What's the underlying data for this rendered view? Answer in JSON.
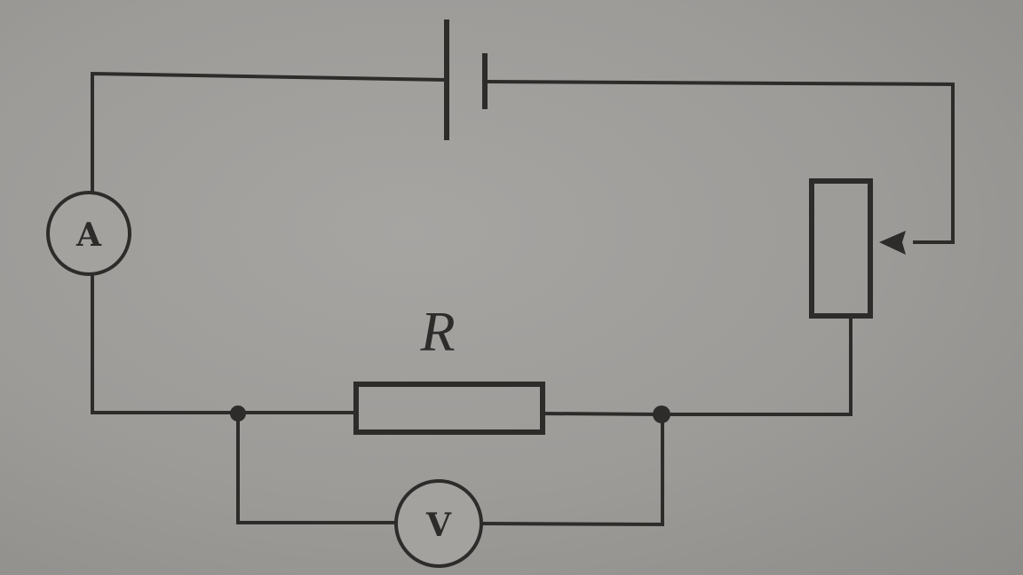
{
  "diagram": {
    "type": "electric circuit schematic",
    "labels": {
      "ammeter": "A",
      "voltmeter": "V",
      "resistor": "R"
    },
    "components": [
      {
        "id": "battery",
        "kind": "cell / battery"
      },
      {
        "id": "ammeter",
        "kind": "ammeter",
        "label": "A"
      },
      {
        "id": "resistor",
        "kind": "fixed resistor",
        "label": "R"
      },
      {
        "id": "voltmeter",
        "kind": "voltmeter",
        "label": "V",
        "connection": "parallel to R"
      },
      {
        "id": "rheostat",
        "kind": "variable resistor (rheostat) with sliding contact"
      }
    ],
    "colors": {
      "background": "#a09e9b",
      "ink": "#2d2c2b"
    }
  }
}
